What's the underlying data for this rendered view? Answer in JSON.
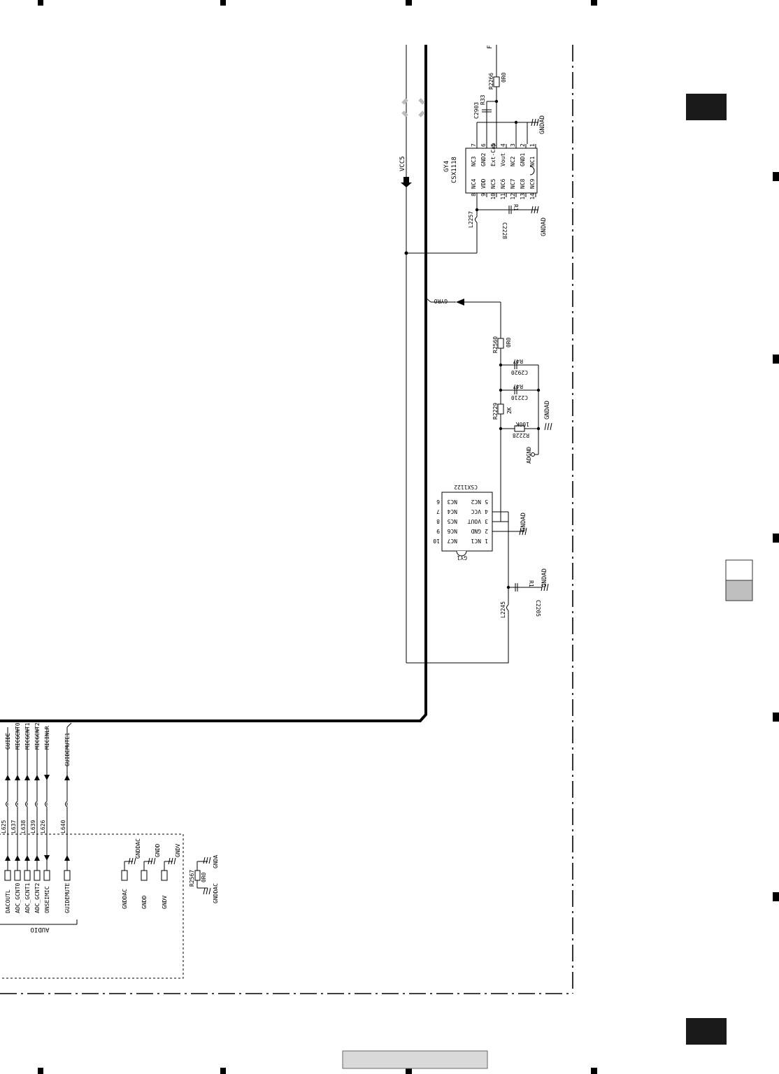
{
  "gyro_ic_top": {
    "ref": "GY4",
    "part": "CSX1118",
    "left_pins": [
      "NC4",
      "VDD",
      "NC5",
      "NC6",
      "NC7",
      "NC8",
      "NC9"
    ],
    "left_nums": [
      "8",
      "9",
      "10",
      "11",
      "12",
      "13",
      "14"
    ],
    "right_pins": [
      "NC3",
      "GND2",
      "Ext-Cap",
      "Vout",
      "NC2",
      "GND1",
      "NC1"
    ],
    "right_nums": [
      "7",
      "6",
      "5",
      "4",
      "3",
      "2",
      "1"
    ]
  },
  "gyro_ic_bottom": {
    "ref": "GY1",
    "part": "CSX1122",
    "left_pins": [
      "NC3",
      "NC4",
      "NC5",
      "NC6",
      "NC7"
    ],
    "left_nums": [
      "6",
      "7",
      "8",
      "9",
      "10"
    ],
    "right_pins": [
      "NC2",
      "VCC",
      "VOUT",
      "GND",
      "NC1"
    ],
    "right_nums": [
      "5",
      "4",
      "3",
      "2",
      "1"
    ]
  },
  "components": {
    "r2266": "R2266",
    "r2266_val": "0R0",
    "c2903": "C2903",
    "c2903_val": "R33",
    "l2257": "L2257",
    "c2228": "C2228",
    "c2228_val": "R1",
    "r2560": "R2560",
    "r2560_val": "0R0",
    "c2920": "C2920",
    "c2920_val": "R47",
    "c2210": "C2210",
    "c2210_val": "R47",
    "r2229": "R2229",
    "r2229_val": "2K",
    "r2228": "R2228",
    "r2228_val": "100K",
    "l2245": "L2245",
    "c2205": "C2205",
    "c2205_val": "R1",
    "r2567": "R2567",
    "r2567_val": "0R0"
  },
  "nets": {
    "vcc5": "VCC5",
    "gyro": "GYRO",
    "gndad": "GNDAD",
    "adgnd": "ADGND",
    "top_f": "F",
    "gnddac": "GNDDAC",
    "gndd": "GNDD",
    "gndv": "GNDV",
    "gnda": "GNDA"
  },
  "bus_signals": [
    "GUIDE",
    "MICGCNT0",
    "MICGCNT1",
    "MICGCNT2",
    "MICINLR",
    "GUIDEMUTE1"
  ],
  "audio_block": {
    "title": "AUDIO",
    "pins": [
      "DACOUTL",
      "ADC_GCNT0",
      "ADC_GCNT1",
      "ADC_GCNT2",
      "ONSEIMIC",
      "GUIDEMUTE"
    ],
    "coils": [
      "L625",
      "L637",
      "L638",
      "L639",
      "L626",
      "L640"
    ],
    "gnd_pins": [
      "GNDDAC",
      "GNDD",
      "GNDV"
    ]
  },
  "side_markers": {
    "top_tab_color": "#1a1a1a",
    "mid_tab_top_color": "#ffffff",
    "mid_tab_bottom_color": "#bfbfbf",
    "bottom_tab_color": "#1a1a1a"
  }
}
